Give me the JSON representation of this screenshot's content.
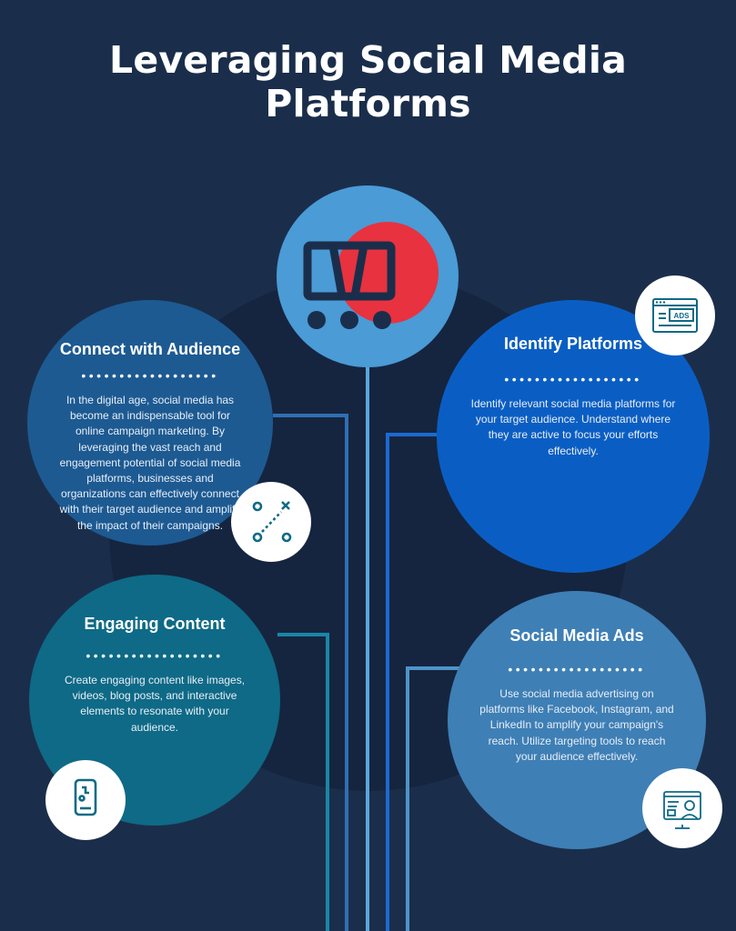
{
  "title": "Leveraging Social Media Platforms",
  "colors": {
    "background": "#1a2e4b",
    "hub_circle": "#4a9bd6",
    "hub_accent": "#e8323f",
    "connect_circle": "#1d5a92",
    "identify_circle": "#0a5ec3",
    "engaging_circle": "#0e6a86",
    "ads_circle": "#3e7fb5",
    "icon_stroke": "#0e6a86"
  },
  "hub_icon": "cart-icon",
  "cards": {
    "connect": {
      "title": "Connect with Audience",
      "body": "In the digital age, social media has become an indispensable tool for online campaign marketing. By leveraging the vast reach and engagement potential of social media platforms, businesses and organizations can effectively connect with their target audience and amplify the impact of their campaigns.",
      "icon": "strategy-route-icon"
    },
    "identify": {
      "title": "Identify Platforms",
      "body": "Identify relevant social media platforms for your target audience. Understand where they are active to focus your efforts effectively.",
      "icon": "ads-browser-icon",
      "icon_text": "ADS"
    },
    "engaging": {
      "title": "Engaging Content",
      "body": "Create engaging content like images, videos, blog posts, and interactive elements to resonate with your audience.",
      "icon": "smartphone-icon"
    },
    "ads": {
      "title": "Social Media Ads",
      "body": "Use social media advertising on platforms like Facebook, Instagram, and LinkedIn to amplify your campaign's reach. Utilize targeting tools to reach your audience effectively.",
      "icon": "online-presentation-icon"
    }
  }
}
